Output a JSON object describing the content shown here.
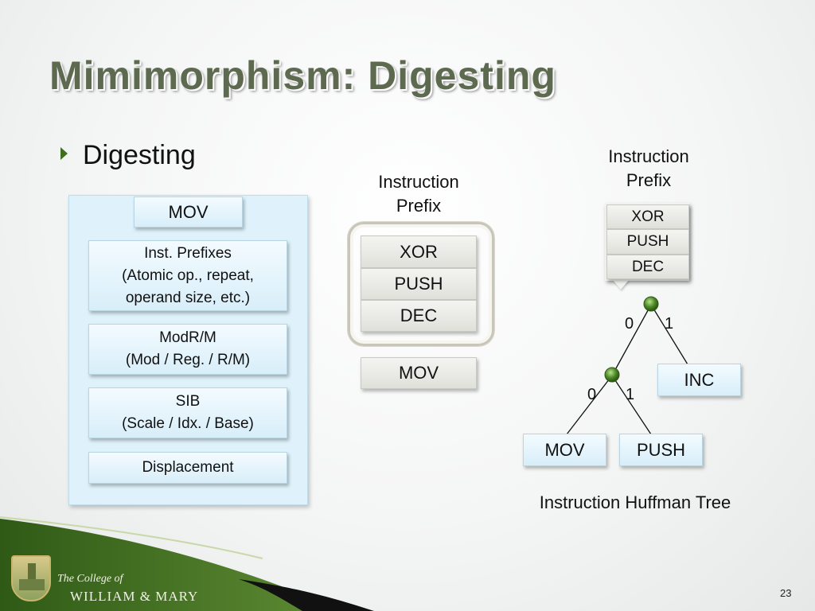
{
  "slide": {
    "title": "Mimimorphism: Digesting",
    "bullet": "Digesting",
    "page_number": "23"
  },
  "left_panel": {
    "header": "MOV",
    "fields": [
      "Inst. Prefixes\n(Atomic op., repeat,\noperand size, etc.)",
      "ModR/M\n(Mod / Reg. / R/M)",
      "SIB\n(Scale / Idx. / Base)",
      "Displacement"
    ]
  },
  "middle": {
    "label": "Instruction\nPrefix",
    "prefixes": [
      "XOR",
      "PUSH",
      "DEC"
    ],
    "opcode": "MOV"
  },
  "tree": {
    "label": "Instruction\nPrefix",
    "prefixes": [
      "XOR",
      "PUSH",
      "DEC"
    ],
    "root_left_bit": "0",
    "root_right_bit": "1",
    "inner_left_bit": "0",
    "inner_right_bit": "1",
    "leaf_inc": "INC",
    "leaf_mov": "MOV",
    "leaf_push": "PUSH",
    "caption": "Instruction Huffman Tree"
  },
  "footer": {
    "college_line1": "The College of",
    "college_line2": "WILLIAM & MARY"
  },
  "colors": {
    "title": "#5d6a4f",
    "footer_green": "#3f6e1e",
    "node_green": "#4e8a2a",
    "blue_box": "#dff2fb"
  }
}
